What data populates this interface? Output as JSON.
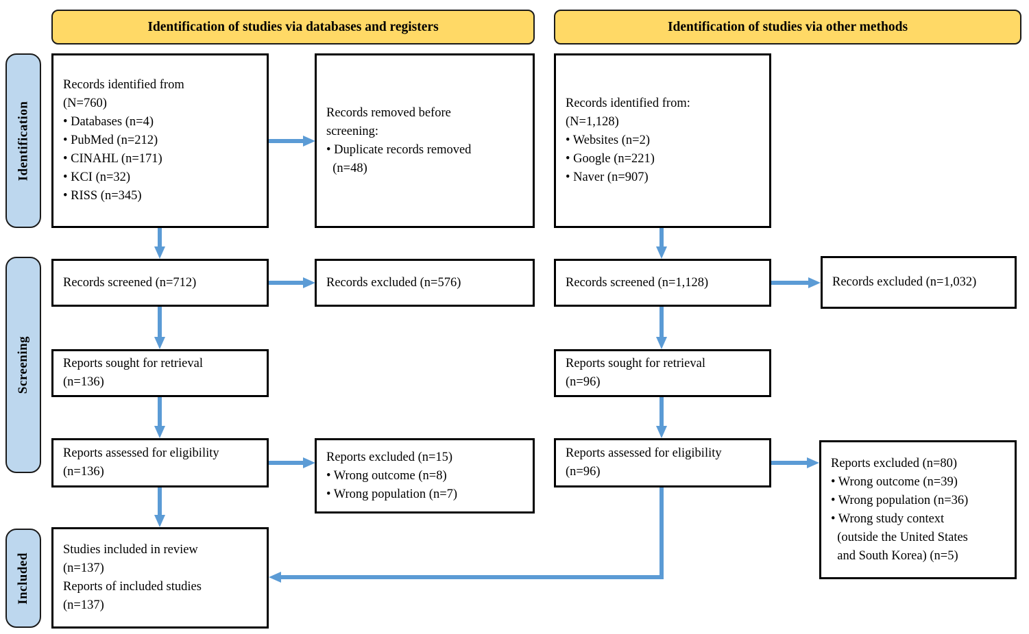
{
  "colors": {
    "header_bg": "#FFD966",
    "stage_bg": "#BDD7EE",
    "arrow": "#5B9BD5",
    "box_border": "#000000"
  },
  "headers": {
    "databases": "Identification of studies via databases and registers",
    "other": "Identification of studies via other methods"
  },
  "stages": {
    "identification": "Identification",
    "screening": "Screening",
    "included": "Included"
  },
  "boxes": {
    "db_identified": {
      "lines": [
        "Records identified from",
        "(N=760)",
        "• Databases (n=4)",
        "• PubMed (n=212)",
        "• CINAHL (n=171)",
        "• KCI (n=32)",
        "• RISS (n=345)"
      ]
    },
    "db_removed": {
      "lines": [
        "Records removed before",
        "screening:",
        "• Duplicate records removed",
        "  (n=48)"
      ]
    },
    "db_screened": {
      "lines": [
        "Records screened (n=712)"
      ]
    },
    "db_screen_excluded": {
      "lines": [
        "Records excluded (n=576)"
      ]
    },
    "db_sought": {
      "lines": [
        "Reports sought for retrieval",
        "(n=136)"
      ]
    },
    "db_assessed": {
      "lines": [
        "Reports assessed for eligibility",
        "(n=136)"
      ]
    },
    "db_assess_excluded": {
      "lines": [
        "Reports excluded (n=15)",
        "• Wrong outcome (n=8)",
        "• Wrong population (n=7)"
      ]
    },
    "included": {
      "lines": [
        "Studies included in review",
        "(n=137)",
        "Reports of included studies",
        "(n=137)"
      ]
    },
    "ot_identified": {
      "lines": [
        "Records identified from:",
        "(N=1,128)",
        "• Websites (n=2)",
        "• Google (n=221)",
        "• Naver (n=907)"
      ]
    },
    "ot_screened": {
      "lines": [
        "Records screened (n=1,128)"
      ]
    },
    "ot_screen_excluded": {
      "lines": [
        "Records excluded (n=1,032)"
      ]
    },
    "ot_sought": {
      "lines": [
        "Reports sought for retrieval",
        "(n=96)"
      ]
    },
    "ot_assessed": {
      "lines": [
        "Reports assessed for eligibility",
        "(n=96)"
      ]
    },
    "ot_assess_excluded": {
      "lines": [
        "Reports excluded (n=80)",
        "• Wrong outcome (n=39)",
        "• Wrong population (n=36)",
        "• Wrong study context",
        "  (outside the United States",
        "  and South Korea) (n=5)"
      ]
    }
  }
}
